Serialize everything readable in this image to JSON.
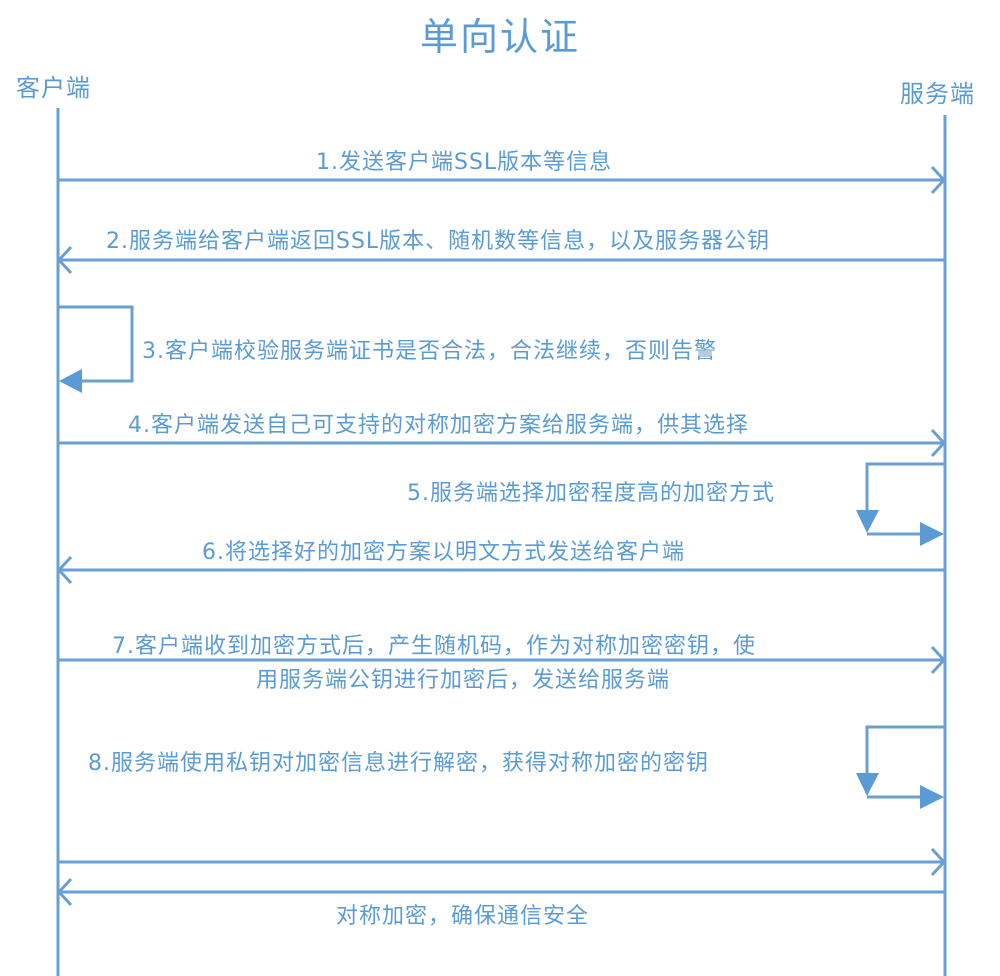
{
  "title": "单向认证",
  "actors": {
    "client": "客户端",
    "server": "服务端"
  },
  "colors": {
    "line": "#6a9fd4",
    "arrow_fill": "#5b9bd5",
    "text": "#5b9bd5"
  },
  "messages": [
    {
      "step": 1,
      "label": "1.发送客户端SSL版本等信息",
      "from": "client",
      "to": "server"
    },
    {
      "step": 2,
      "label": "2.服务端给客户端返回SSL版本、随机数等信息，以及服务器公钥",
      "from": "server",
      "to": "client"
    },
    {
      "step": 3,
      "label": "3.客户端校验服务端证书是否合法，合法继续，否则告警",
      "from": "client",
      "to": "client"
    },
    {
      "step": 4,
      "label": "4.客户端发送自己可支持的对称加密方案给服务端，供其选择",
      "from": "client",
      "to": "server"
    },
    {
      "step": 5,
      "label": "5.服务端选择加密程度高的加密方式",
      "from": "server",
      "to": "server"
    },
    {
      "step": 6,
      "label": "6.将选择好的加密方案以明文方式发送给客户端",
      "from": "server",
      "to": "client"
    },
    {
      "step": 7,
      "label_line1": "7.客户端收到加密方式后，产生随机码，作为对称加密密钥，使",
      "label_line2": "用服务端公钥进行加密后，发送给服务端",
      "from": "client",
      "to": "server"
    },
    {
      "step": 8,
      "label": "8.服务端使用私钥对加密信息进行解密，获得对称加密的密钥",
      "from": "server",
      "to": "server"
    },
    {
      "step": 9,
      "label": "",
      "from": "client",
      "to": "server"
    },
    {
      "step": 10,
      "label": "对称加密，确保通信安全",
      "from": "server",
      "to": "client"
    }
  ]
}
